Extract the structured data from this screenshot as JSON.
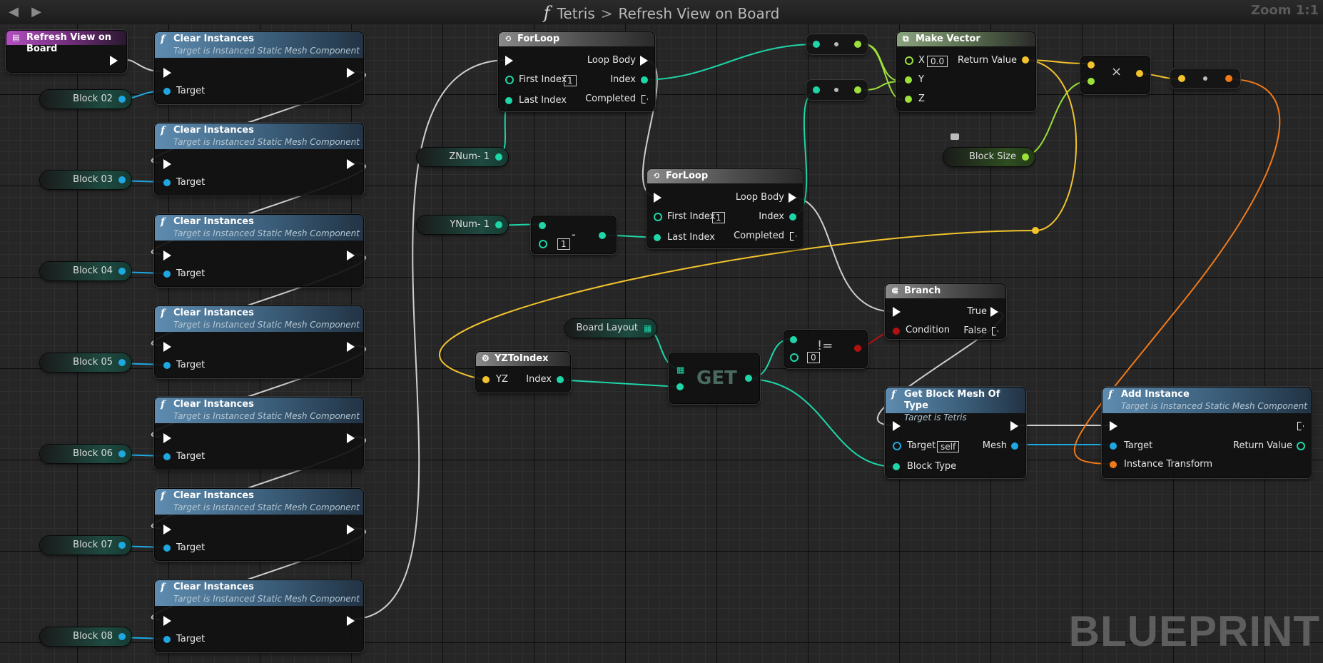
{
  "window": {
    "breadcrumb_icon": "function-icon",
    "breadcrumb_root": "Tetris",
    "breadcrumb_separator": ">",
    "breadcrumb_current": "Refresh View on Board",
    "zoom": "Zoom 1:1",
    "watermark": "BLUEPRINT"
  },
  "colors": {
    "exec": "#ffffff",
    "object_pin": "#1ea7e0",
    "integer_pin": "#1ed6a8",
    "float_pin": "#9ce03a",
    "vector_pin": "#f2c32c",
    "bool_pin": "#b31010",
    "transform_pin": "#f07a1a"
  },
  "entry_node": {
    "title": "Refresh View on Board"
  },
  "clear_nodes": [
    {
      "title": "Clear Instances",
      "subtitle": "Target is Instanced Static Mesh Component",
      "target_label": "Target"
    },
    {
      "title": "Clear Instances",
      "subtitle": "Target is Instanced Static Mesh Component",
      "target_label": "Target"
    },
    {
      "title": "Clear Instances",
      "subtitle": "Target is Instanced Static Mesh Component",
      "target_label": "Target"
    },
    {
      "title": "Clear Instances",
      "subtitle": "Target is Instanced Static Mesh Component",
      "target_label": "Target"
    },
    {
      "title": "Clear Instances",
      "subtitle": "Target is Instanced Static Mesh Component",
      "target_label": "Target"
    },
    {
      "title": "Clear Instances",
      "subtitle": "Target is Instanced Static Mesh Component",
      "target_label": "Target"
    },
    {
      "title": "Clear Instances",
      "subtitle": "Target is Instanced Static Mesh Component",
      "target_label": "Target"
    }
  ],
  "block_vars": [
    "Block 02",
    "Block 03",
    "Block 04",
    "Block 05",
    "Block 06",
    "Block 07",
    "Block 08"
  ],
  "forloop1": {
    "title": "ForLoop",
    "loop_body": "Loop Body",
    "first_index": "First Index",
    "first_index_value": "1",
    "index": "Index",
    "last_index": "Last Index",
    "completed": "Completed"
  },
  "forloop2": {
    "title": "ForLoop",
    "loop_body": "Loop Body",
    "first_index": "First Index",
    "first_index_value": "1",
    "index": "Index",
    "last_index": "Last Index",
    "completed": "Completed"
  },
  "vars": {
    "znum": "ZNum- 1",
    "ynum": "YNum- 1",
    "board_layout": "Board Layout",
    "block_size": "Block Size"
  },
  "subtract": {
    "op": "-",
    "value": "1"
  },
  "make_vector": {
    "title": "Make Vector",
    "x": "X",
    "x_value": "0.0",
    "y": "Y",
    "z": "Z",
    "return": "Return Value"
  },
  "multiply": {
    "op": "×"
  },
  "branch": {
    "title": "Branch",
    "condition": "Condition",
    "true": "True",
    "false": "False"
  },
  "yztoindex": {
    "title": "YZToIndex",
    "yz": "YZ",
    "index": "Index"
  },
  "get": {
    "label": "GET"
  },
  "notequal": {
    "op": "!=",
    "value": "0"
  },
  "get_block_mesh": {
    "title": "Get Block Mesh Of Type",
    "subtitle": "Target is Tetris",
    "target": "Target",
    "target_value": "self",
    "mesh": "Mesh",
    "block_type": "Block Type"
  },
  "add_instance": {
    "title": "Add Instance",
    "subtitle": "Target is Instanced Static Mesh Component",
    "target": "Target",
    "return": "Return Value",
    "transform": "Instance Transform"
  }
}
